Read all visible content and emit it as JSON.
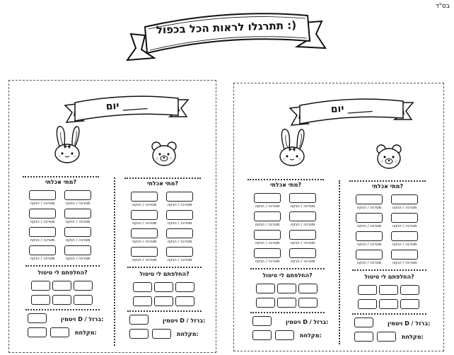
{
  "header": {
    "corner": "בס\"ד",
    "title": "תתרגלו לראות הכל בכפול :)"
  },
  "card": {
    "day_label": "יום _____",
    "when_ate": "מתי אכלתי?",
    "cell_label": "מטרנה / הנקה",
    "diaper_change": "החלפתם לי טיטול?",
    "vitamin": "ויטמין D / ברזל:",
    "bath": "מקלחת:"
  },
  "icons": {
    "left_animal": "bunny-icon",
    "right_animal": "bear-icon"
  }
}
